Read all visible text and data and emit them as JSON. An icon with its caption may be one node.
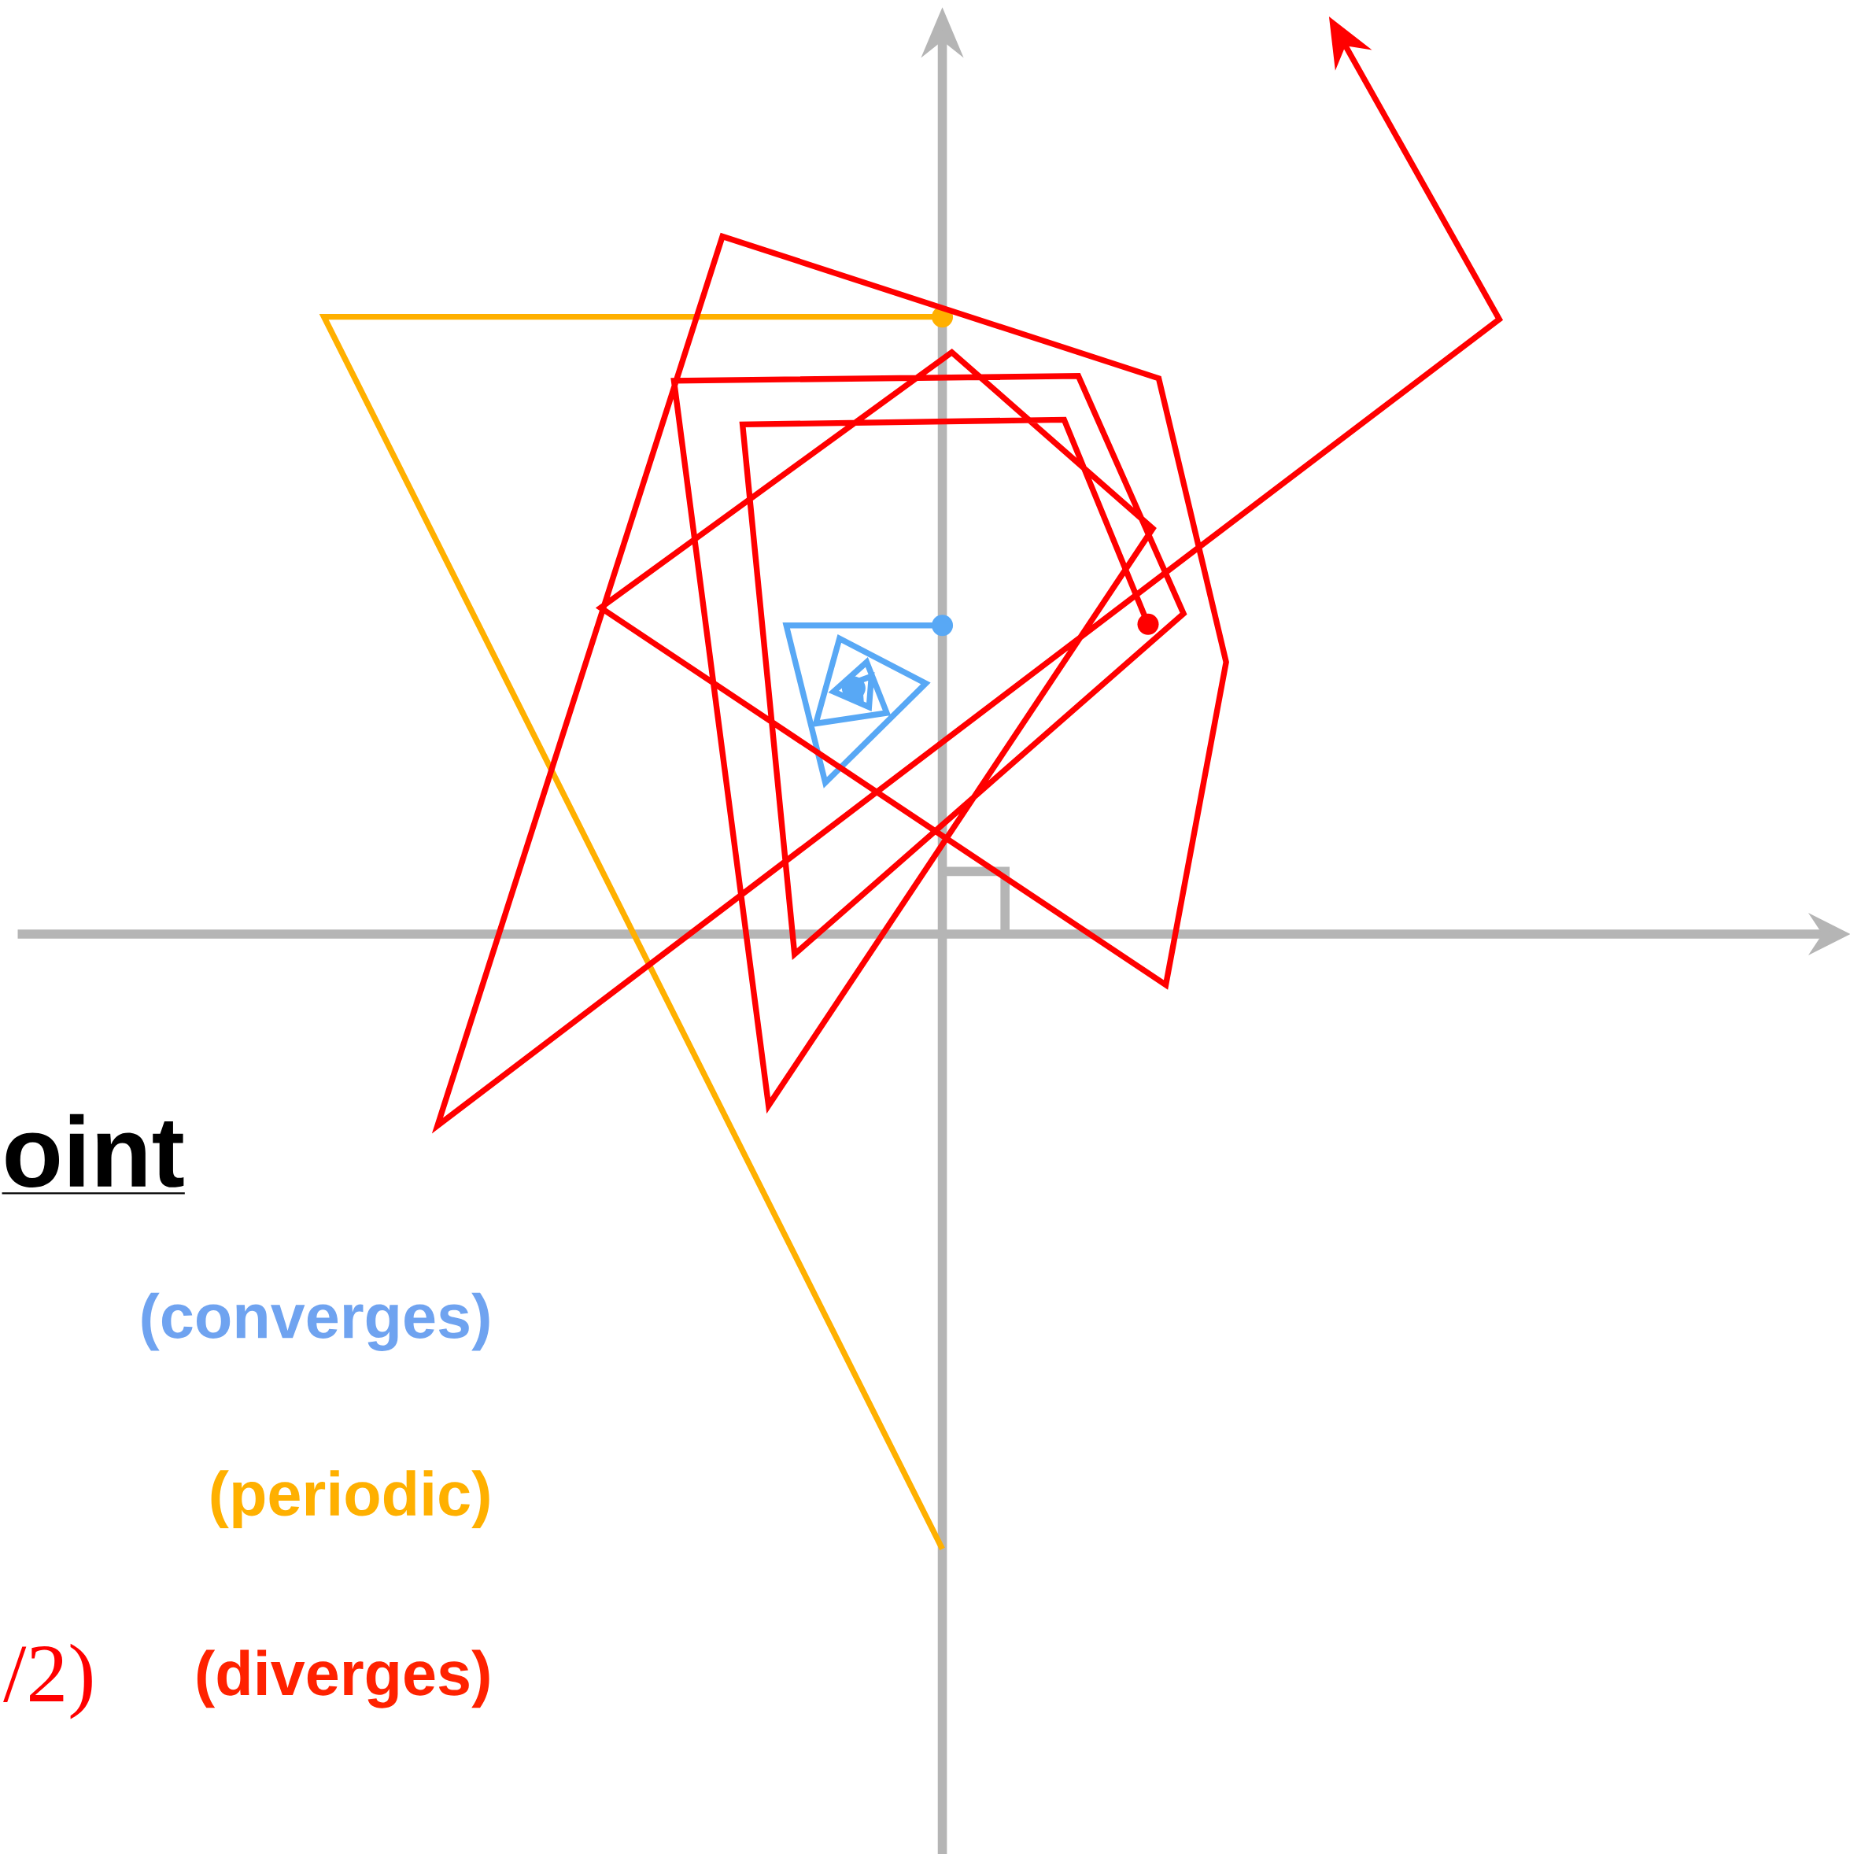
{
  "diagram": {
    "labels": [
      "oint",
      "(converges)",
      "(periodic)",
      "/2)",
      "(diverges)"
    ]
  }
}
